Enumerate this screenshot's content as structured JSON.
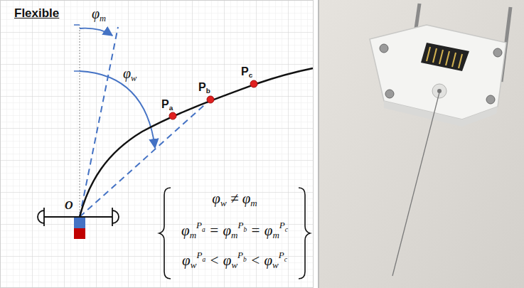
{
  "diagram": {
    "title": "Flexible",
    "labels": [
      "φm",
      "φw",
      "Pa",
      "Pb",
      "Pc",
      "O",
      "φw ≠ φm",
      "φmPa = φmPb = φmPc",
      "φwPa < φwPb < φwPc"
    ]
  }
}
